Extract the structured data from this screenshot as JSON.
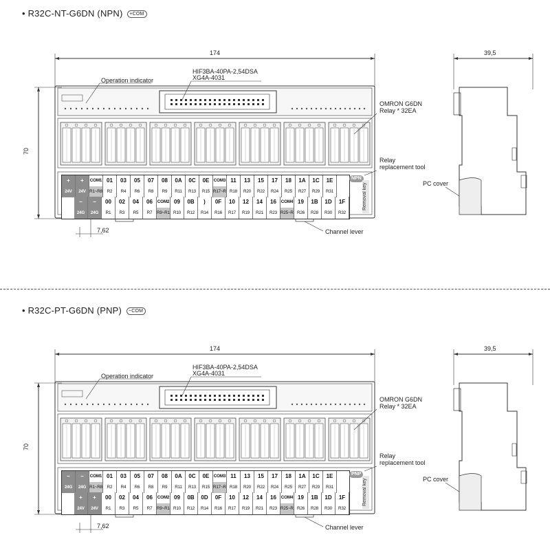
{
  "sections": [
    {
      "title": "R32C-NT-G6DN (NPN)",
      "tag": "+COM",
      "connector_label_1": "HIF3BA-40PA-2,54DSA",
      "connector_label_2": "XG4A-4031",
      "operation_indicator": "Operation indicator",
      "relay_label_1": "OMRON G6DN",
      "relay_label_2": "Relay * 32EA",
      "replacement_label_1": "Relay",
      "replacement_label_2": "replacement tool",
      "pc_cover": "PC cover",
      "channel_lever": "Channel lever",
      "removal_key": "Removal key",
      "badge": "NPN",
      "width_dim": "174",
      "height_dim": "70",
      "pitch_dim": "7,62",
      "side_dim": "39,5",
      "top_row": [
        {
          "a": "+",
          "b": "24V",
          "dark": true
        },
        {
          "a": "+",
          "b": "24V",
          "dark": true
        },
        {
          "a": "COM1",
          "b": "R1~R8"
        },
        {
          "a": "01",
          "b": "R2"
        },
        {
          "a": "03",
          "b": "R4"
        },
        {
          "a": "05",
          "b": "R6"
        },
        {
          "a": "07",
          "b": "R8"
        },
        {
          "a": "08",
          "b": "R9"
        },
        {
          "a": "0A",
          "b": "R11"
        },
        {
          "a": "0C",
          "b": "R13"
        },
        {
          "a": "0E",
          "b": "R15"
        },
        {
          "a": "COM3",
          "b": "R17~R24"
        },
        {
          "a": "11",
          "b": "R18"
        },
        {
          "a": "13",
          "b": "R20"
        },
        {
          "a": "15",
          "b": "R22"
        },
        {
          "a": "17",
          "b": "R24"
        },
        {
          "a": "18",
          "b": "R25"
        },
        {
          "a": "1A",
          "b": "R27"
        },
        {
          "a": "1C",
          "b": "R29"
        },
        {
          "a": "1E",
          "b": "R31"
        }
      ],
      "bottom_row": [
        {
          "a": "−",
          "b": "24G",
          "dark": true
        },
        {
          "a": "−",
          "b": "24G",
          "dark": true
        },
        {
          "a": "00",
          "b": "R1"
        },
        {
          "a": "02",
          "b": "R3"
        },
        {
          "a": "04",
          "b": "R5"
        },
        {
          "a": "06",
          "b": "R7"
        },
        {
          "a": "COM2",
          "b": "R9~R16"
        },
        {
          "a": "09",
          "b": "R10"
        },
        {
          "a": "0B",
          "b": "R12"
        },
        {
          "a": ")",
          "b": "R14"
        },
        {
          "a": "0F",
          "b": "R16"
        },
        {
          "a": "10",
          "b": "R17"
        },
        {
          "a": "12",
          "b": "R19"
        },
        {
          "a": "14",
          "b": "R21"
        },
        {
          "a": "16",
          "b": "R23"
        },
        {
          "a": "COM4",
          "b": "R25~R32"
        },
        {
          "a": "19",
          "b": "R26"
        },
        {
          "a": "1B",
          "b": "R28"
        },
        {
          "a": "1D",
          "b": "R30"
        },
        {
          "a": "1F",
          "b": "R32"
        }
      ]
    },
    {
      "title": "R32C-PT-G6DN (PNP)",
      "tag": "−COM",
      "connector_label_1": "HIF3BA-40PA-2,54DSA",
      "connector_label_2": "XG4A-4031",
      "operation_indicator": "Operation indicator",
      "relay_label_1": "OMRON G6DN",
      "relay_label_2": "Relay * 32EA",
      "replacement_label_1": "Relay",
      "replacement_label_2": "replacement tool",
      "pc_cover": "PC cover",
      "channel_lever": "Channel lever",
      "removal_key": "Removal key",
      "badge": "PNP",
      "width_dim": "174",
      "height_dim": "70",
      "pitch_dim": "7,62",
      "side_dim": "39,5",
      "top_row": [
        {
          "a": "−",
          "b": "24G",
          "dark": true
        },
        {
          "a": "−",
          "b": "24G",
          "dark": true
        },
        {
          "a": "COM1",
          "b": "R1~R8"
        },
        {
          "a": "01",
          "b": "R2"
        },
        {
          "a": "03",
          "b": "R4"
        },
        {
          "a": "05",
          "b": "R6"
        },
        {
          "a": "07",
          "b": "R8"
        },
        {
          "a": "08",
          "b": "R9"
        },
        {
          "a": "0A",
          "b": "R11"
        },
        {
          "a": "0C",
          "b": "R13"
        },
        {
          "a": "0E",
          "b": "R15"
        },
        {
          "a": "COM3",
          "b": "R17~R24"
        },
        {
          "a": "11",
          "b": "R18"
        },
        {
          "a": "13",
          "b": "R20"
        },
        {
          "a": "15",
          "b": "R22"
        },
        {
          "a": "17",
          "b": "R24"
        },
        {
          "a": "18",
          "b": "R25"
        },
        {
          "a": "1A",
          "b": "R27"
        },
        {
          "a": "1C",
          "b": "R29"
        },
        {
          "a": "1E",
          "b": "R31"
        }
      ],
      "bottom_row": [
        {
          "a": "+",
          "b": "24V",
          "dark": true
        },
        {
          "a": "+",
          "b": "24V",
          "dark": true
        },
        {
          "a": "00",
          "b": "R1"
        },
        {
          "a": "02",
          "b": "R3"
        },
        {
          "a": "04",
          "b": "R5"
        },
        {
          "a": "06",
          "b": "R7"
        },
        {
          "a": "COM2",
          "b": "R9~R16"
        },
        {
          "a": "09",
          "b": "R10"
        },
        {
          "a": "0B",
          "b": "R12"
        },
        {
          "a": "0D",
          "b": "R14"
        },
        {
          "a": "0F",
          "b": "R16"
        },
        {
          "a": "10",
          "b": "R17"
        },
        {
          "a": "12",
          "b": "R19"
        },
        {
          "a": "14",
          "b": "R21"
        },
        {
          "a": "16",
          "b": "R23"
        },
        {
          "a": "COM4",
          "b": "R25~R32"
        },
        {
          "a": "19",
          "b": "R26"
        },
        {
          "a": "1B",
          "b": "R28"
        },
        {
          "a": "1D",
          "b": "R30"
        },
        {
          "a": "1F",
          "b": "R32"
        }
      ]
    }
  ],
  "colors": {
    "dark_cell": "#8d8d8d",
    "mid_cell": "#c5c5c5",
    "line": "#333333"
  }
}
